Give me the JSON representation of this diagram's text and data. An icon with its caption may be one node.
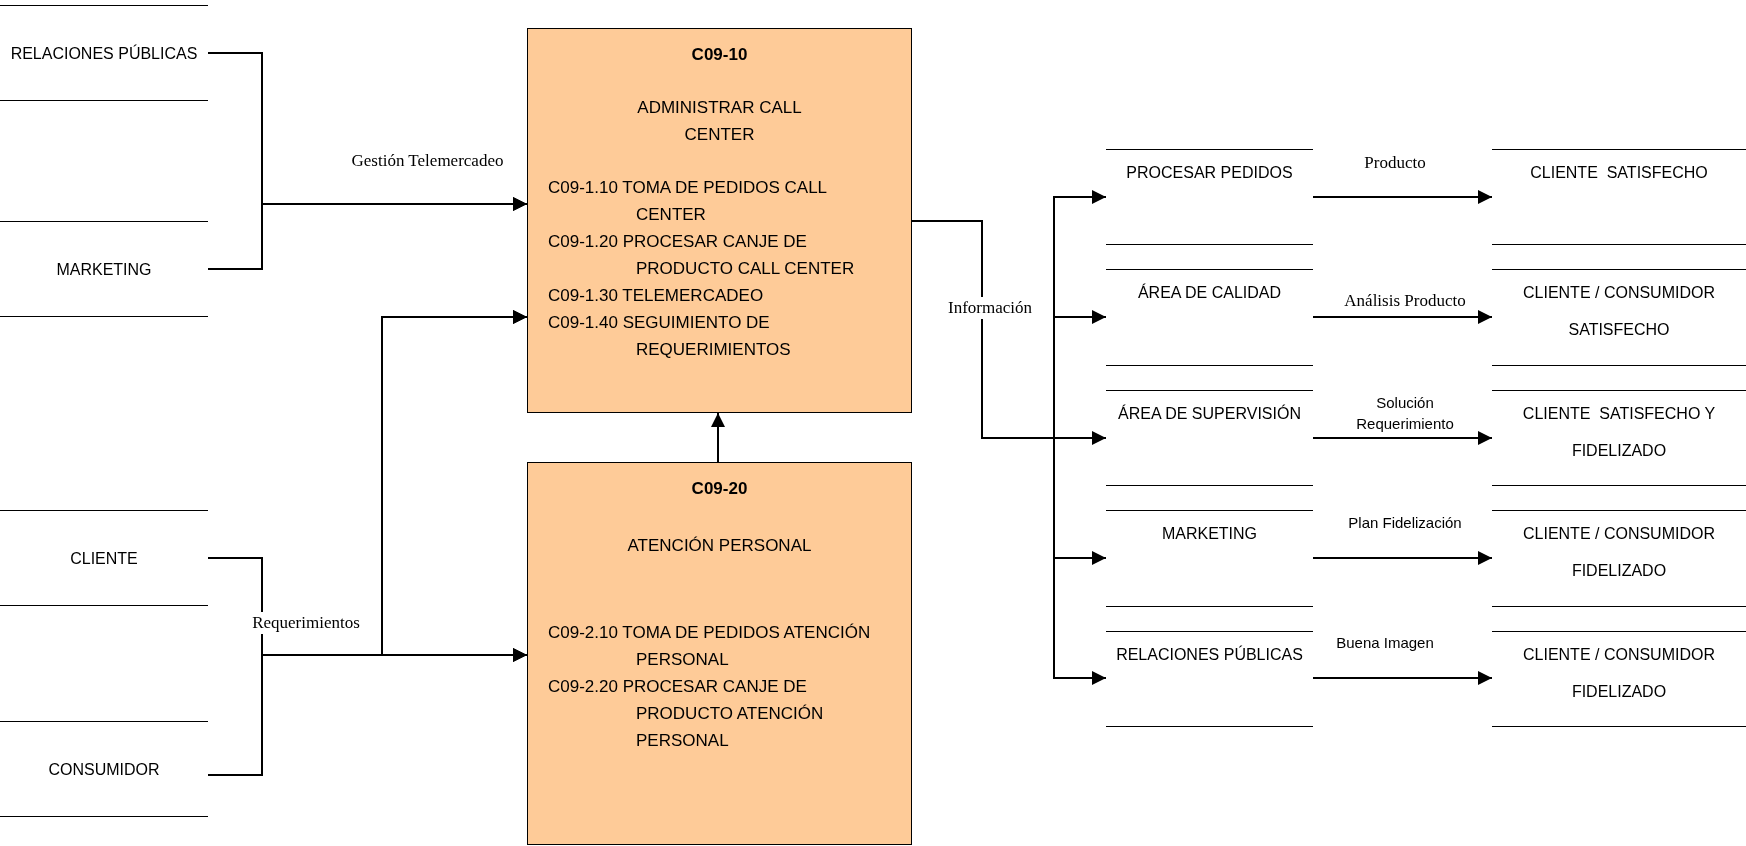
{
  "diagram": {
    "nodes": [
      {
        "text": [
          "RELACIONES PÚBLICAS"
        ]
      },
      {
        "text": [
          "MARKETING"
        ]
      },
      {
        "text": [
          "CLIENTE"
        ]
      },
      {
        "text": [
          "CONSUMIDOR"
        ]
      },
      {
        "text": [
          "C09-10",
          "ADMINISTRAR CALL CENTER",
          "C09-1.10 TOMA DE PEDIDOS CALL CENTER",
          "C09-1.20 PROCESAR CANJE DE PRODUCTO CALL CENTER",
          "C09-1.30 TELEMERCADEO",
          "C09-1.40 SEGUIMIENTO DE REQUERIMIENTOS"
        ]
      },
      {
        "text": [
          "C09-20",
          "ATENCIÓN PERSONAL",
          "C09-2.10 TOMA DE PEDIDOS ATENCIÓN PERSONAL",
          "C09-2.20 PROCESAR CANJE DE PRODUCTO ATENCIÓN PERSONAL"
        ]
      },
      {
        "text": [
          "PROCESAR PEDIDOS"
        ]
      },
      {
        "text": [
          "ÁREA DE CALIDAD"
        ]
      },
      {
        "text": [
          "ÁREA DE SUPERVISIÓN"
        ]
      },
      {
        "text": [
          "MARKETING"
        ]
      },
      {
        "text": [
          "RELACIONES PÚBLICAS"
        ]
      },
      {
        "text": [
          "CLIENTE  SATISFECHO"
        ]
      },
      {
        "text": [
          "CLIENTE / CONSUMIDOR SATISFECHO"
        ]
      },
      {
        "text": [
          "CLIENTE  SATISFECHO Y FIDELIZADO"
        ]
      },
      {
        "text": [
          "CLIENTE / CONSUMIDOR FIDELIZADO"
        ]
      },
      {
        "text": [
          "CLIENTE / CONSUMIDOR FIDELIZADO"
        ]
      }
    ],
    "edges": [
      {
        "from": 0,
        "to": 4,
        "arrow": "to",
        "label": "Gestión Telemercadeo"
      },
      {
        "from": 1,
        "to": 4,
        "arrow": "to"
      },
      {
        "from": 2,
        "to": 4,
        "arrow": "to"
      },
      {
        "from": 3,
        "to": 4,
        "arrow": "to"
      },
      {
        "from": 2,
        "to": 5,
        "arrow": "to",
        "label": "Requerimientos"
      },
      {
        "from": 3,
        "to": 5,
        "arrow": "to"
      },
      {
        "from": 5,
        "to": 4,
        "arrow": "to"
      },
      {
        "from": 4,
        "to": 6,
        "arrow": "to",
        "label": "Información"
      },
      {
        "from": 4,
        "to": 7,
        "arrow": "to"
      },
      {
        "from": 4,
        "to": 8,
        "arrow": "to"
      },
      {
        "from": 4,
        "to": 9,
        "arrow": "to"
      },
      {
        "from": 4,
        "to": 10,
        "arrow": "to"
      },
      {
        "from": 6,
        "to": 11,
        "arrow": "to",
        "label": "Producto"
      },
      {
        "from": 7,
        "to": 12,
        "arrow": "to",
        "label": "Análisis Producto"
      },
      {
        "from": 8,
        "to": 13,
        "arrow": "to",
        "label": "Solución Requerimiento"
      },
      {
        "from": 9,
        "to": 14,
        "arrow": "to",
        "label": "Plan Fidelización"
      },
      {
        "from": 10,
        "to": 15,
        "arrow": "to",
        "label": "Buena Imagen"
      }
    ]
  }
}
